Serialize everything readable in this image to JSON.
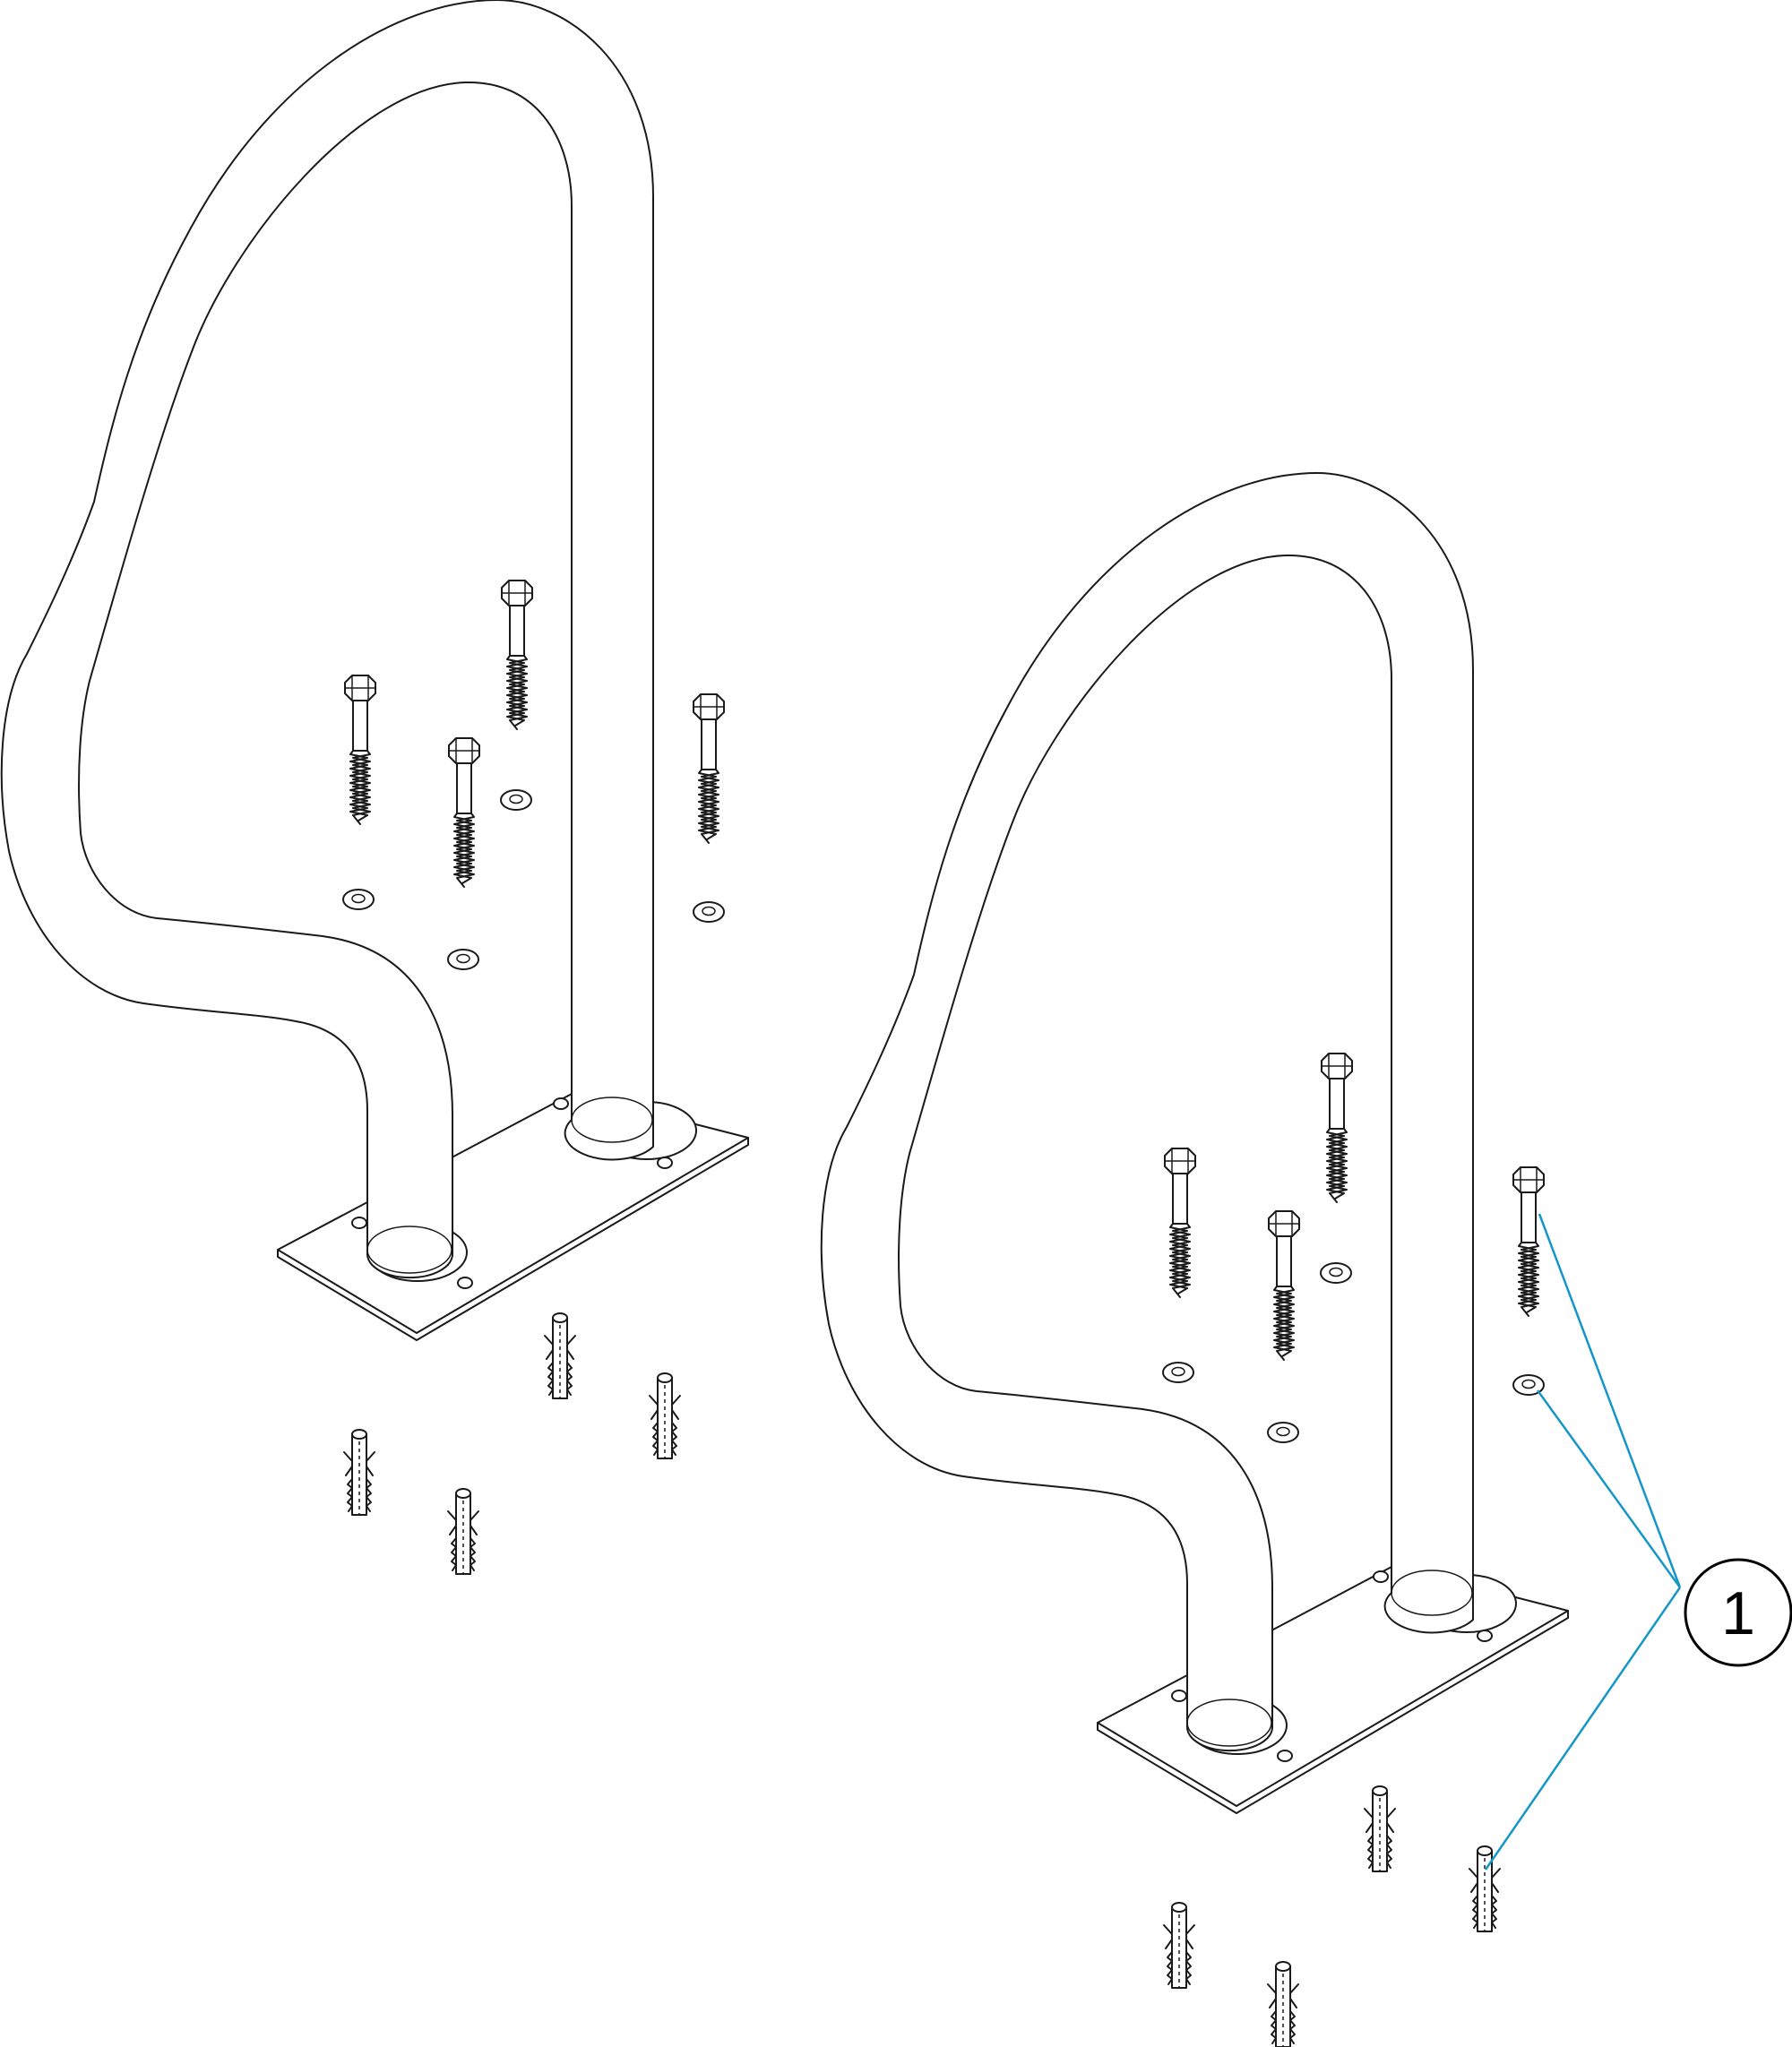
{
  "callout": {
    "label": "1"
  },
  "parts": {
    "rails": 2,
    "lag_screws_per_rail": 4,
    "washers_per_rail": 4,
    "wall_plugs_per_rail": 4
  }
}
